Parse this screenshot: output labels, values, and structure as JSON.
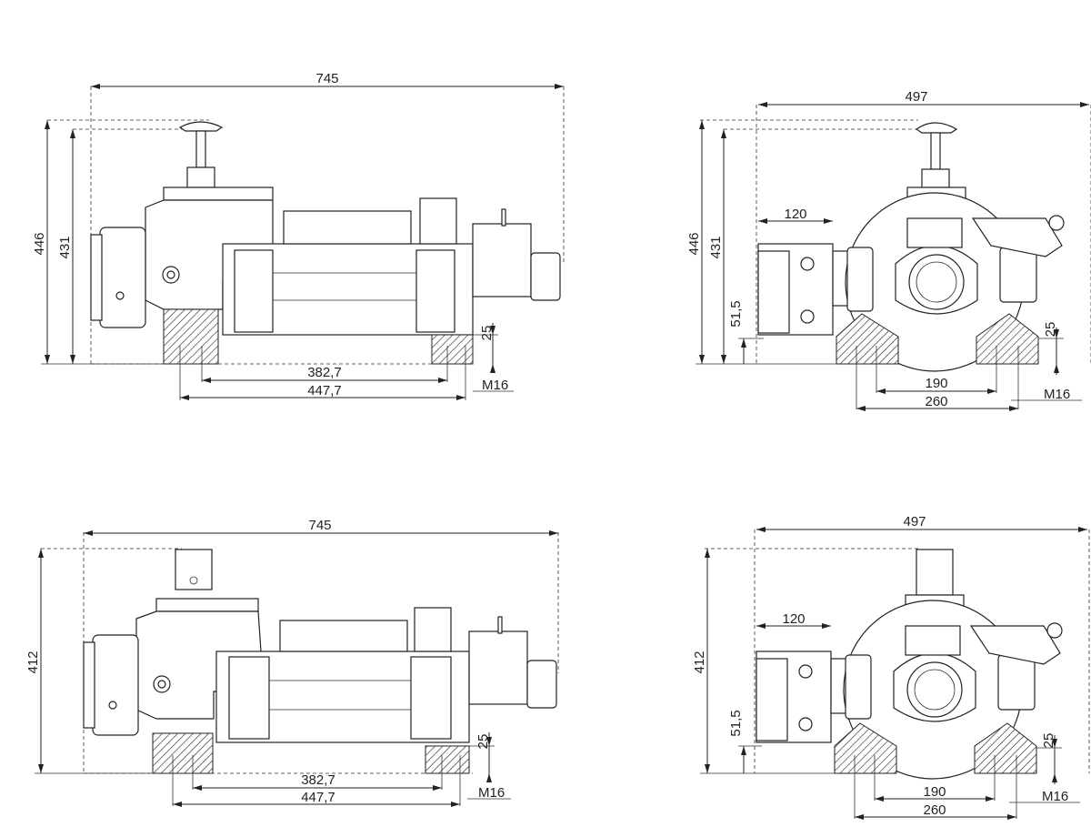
{
  "views": {
    "top_side": {
      "length": "745",
      "height_total": "446",
      "height_body": "431",
      "foot_height": "25",
      "bolt_span_inner": "382,7",
      "bolt_span_outer": "447,7",
      "thread": "M16"
    },
    "top_front": {
      "width": "497",
      "height_total": "446",
      "height_body": "431",
      "motor_width": "120",
      "axis_height": "51,5",
      "foot_height": "25",
      "bolt_span_inner": "190",
      "bolt_span_outer": "260",
      "thread": "M16"
    },
    "bottom_side": {
      "length": "745",
      "height_total": "412",
      "foot_height": "25",
      "bolt_span_inner": "382,7",
      "bolt_span_outer": "447,7",
      "thread": "M16"
    },
    "bottom_front": {
      "width": "497",
      "height_total": "412",
      "motor_width": "120",
      "axis_height": "51,5",
      "foot_height": "25",
      "bolt_span_inner": "190",
      "bolt_span_outer": "260",
      "thread": "M16"
    }
  }
}
